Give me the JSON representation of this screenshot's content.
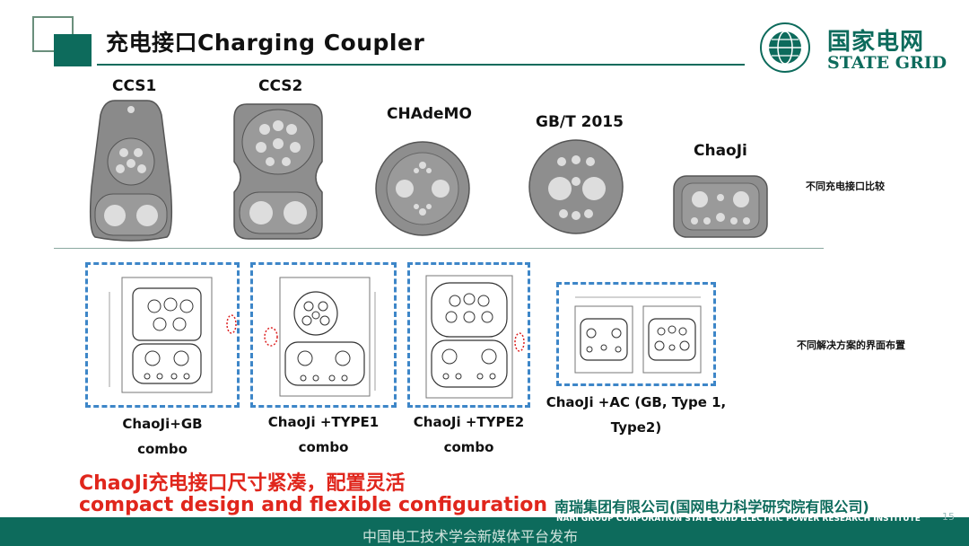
{
  "header": {
    "title": "充电接口Charging Coupler"
  },
  "logo": {
    "cn": "国家电网",
    "en": "STATE GRID",
    "emblem_icon": "state-grid-globe-emblem"
  },
  "connectors": [
    {
      "label": "CCS1"
    },
    {
      "label": "CCS2"
    },
    {
      "label": "CHAdeMO"
    },
    {
      "label": "GB/T 2015"
    },
    {
      "label": "ChaoJi"
    }
  ],
  "notes": {
    "comparison": "不同充电接口比较",
    "layouts": "不同解决方案的界面布置"
  },
  "drawings": [
    {
      "caption_line1": "ChaoJi+GB",
      "caption_line2": "combo"
    },
    {
      "caption_line1": "ChaoJi +TYPE1",
      "caption_line2": "combo"
    },
    {
      "caption_line1": "ChaoJi +TYPE2",
      "caption_line2": "combo"
    },
    {
      "caption_line1": "ChaoJi +AC (GB, Type 1,",
      "caption_line2": "Type2)"
    }
  ],
  "headline": {
    "cn": "ChaoJi充电接口尺寸紧凑，配置灵活",
    "en": "compact design and flexible configuration"
  },
  "footer": {
    "cn": "南瑞集团有限公司(国网电力科学研究院有限公司)",
    "en": "NARI GROUP CORPORATION STATE GRID ELECTRIC POWER RESEARCH INSTITUTE",
    "watermark": "中国电工技术学会新媒体平台发布",
    "page_number": "15"
  },
  "colors": {
    "brand_green": "#0d6b5c",
    "accent_red": "#e0261c",
    "dash_blue": "#3d86c8"
  }
}
